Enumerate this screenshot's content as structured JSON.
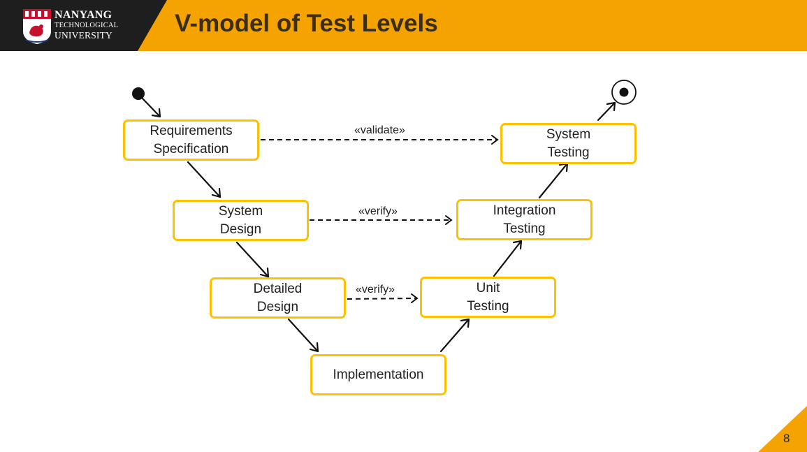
{
  "header": {
    "title": "V-model of Test Levels",
    "logo": {
      "icon": "ntu-crest-icon",
      "line1": "NANYANG",
      "line2": "TECHNOLOGICAL",
      "line3": "UNIVERSITY"
    }
  },
  "diagram": {
    "nodes": {
      "requirements": "Requirements\nSpecification",
      "system_design": "System\nDesign",
      "detailed_design": "Detailed\nDesign",
      "implementation": "Implementation",
      "unit_testing": "Unit\nTesting",
      "integration_testing": "Integration\nTesting",
      "system_testing": "System\nTesting"
    },
    "relations": {
      "validate": "«validate»",
      "verify_system": "«verify»",
      "verify_detailed": "«verify»"
    }
  },
  "footer": {
    "page_number": "8"
  },
  "colors": {
    "accent": "#f5a300",
    "box_border": "#ffc000",
    "header_dark": "#1e1e1e",
    "title_text": "#3a2e14"
  }
}
